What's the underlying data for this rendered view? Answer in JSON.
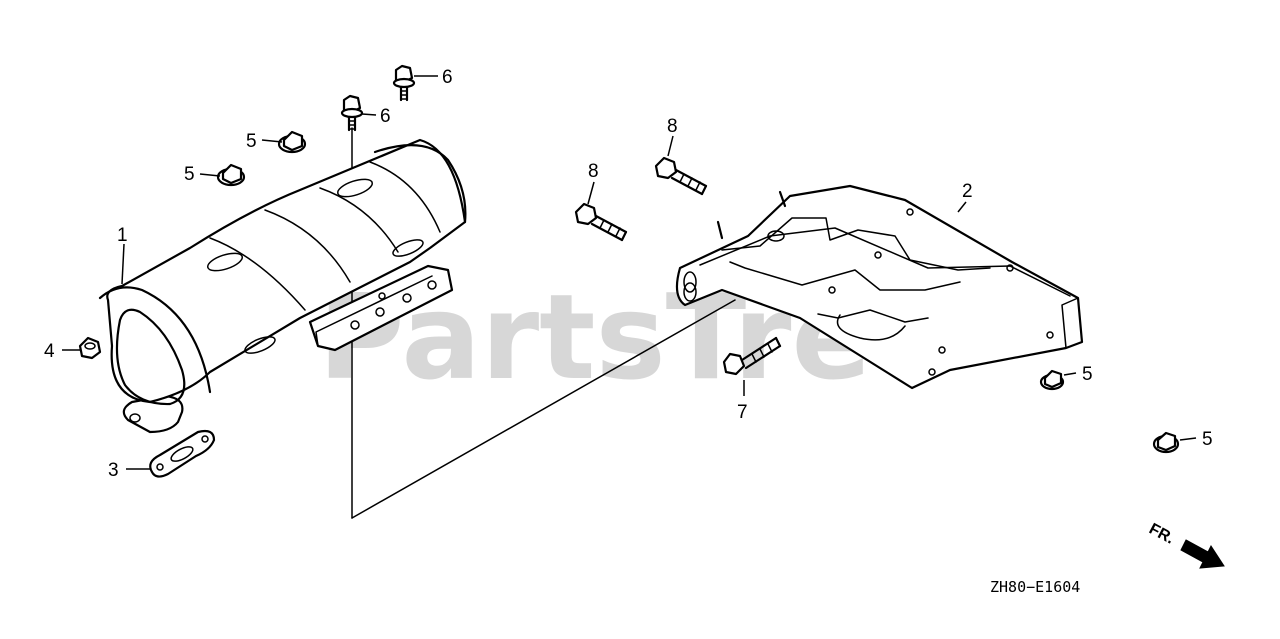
{
  "watermark": "PartsTree",
  "diagram_code": "ZH80−E1604",
  "front_marker": "FR.",
  "callouts": {
    "c1": "1",
    "c2": "2",
    "c3": "3",
    "c4": "4",
    "c5a": "5",
    "c5b": "5",
    "c5c": "5",
    "c5d": "5",
    "c6a": "6",
    "c6b": "6",
    "c7": "7",
    "c8a": "8",
    "c8b": "8"
  },
  "parts": [
    {
      "ref": "1",
      "shape": "muffler"
    },
    {
      "ref": "2",
      "shape": "muffler-protector"
    },
    {
      "ref": "3",
      "shape": "gasket"
    },
    {
      "ref": "4",
      "shape": "nut"
    },
    {
      "ref": "5",
      "shape": "flange-nut"
    },
    {
      "ref": "6",
      "shape": "flange-bolt"
    },
    {
      "ref": "7",
      "shape": "flange-bolt"
    },
    {
      "ref": "8",
      "shape": "flange-bolt"
    }
  ]
}
